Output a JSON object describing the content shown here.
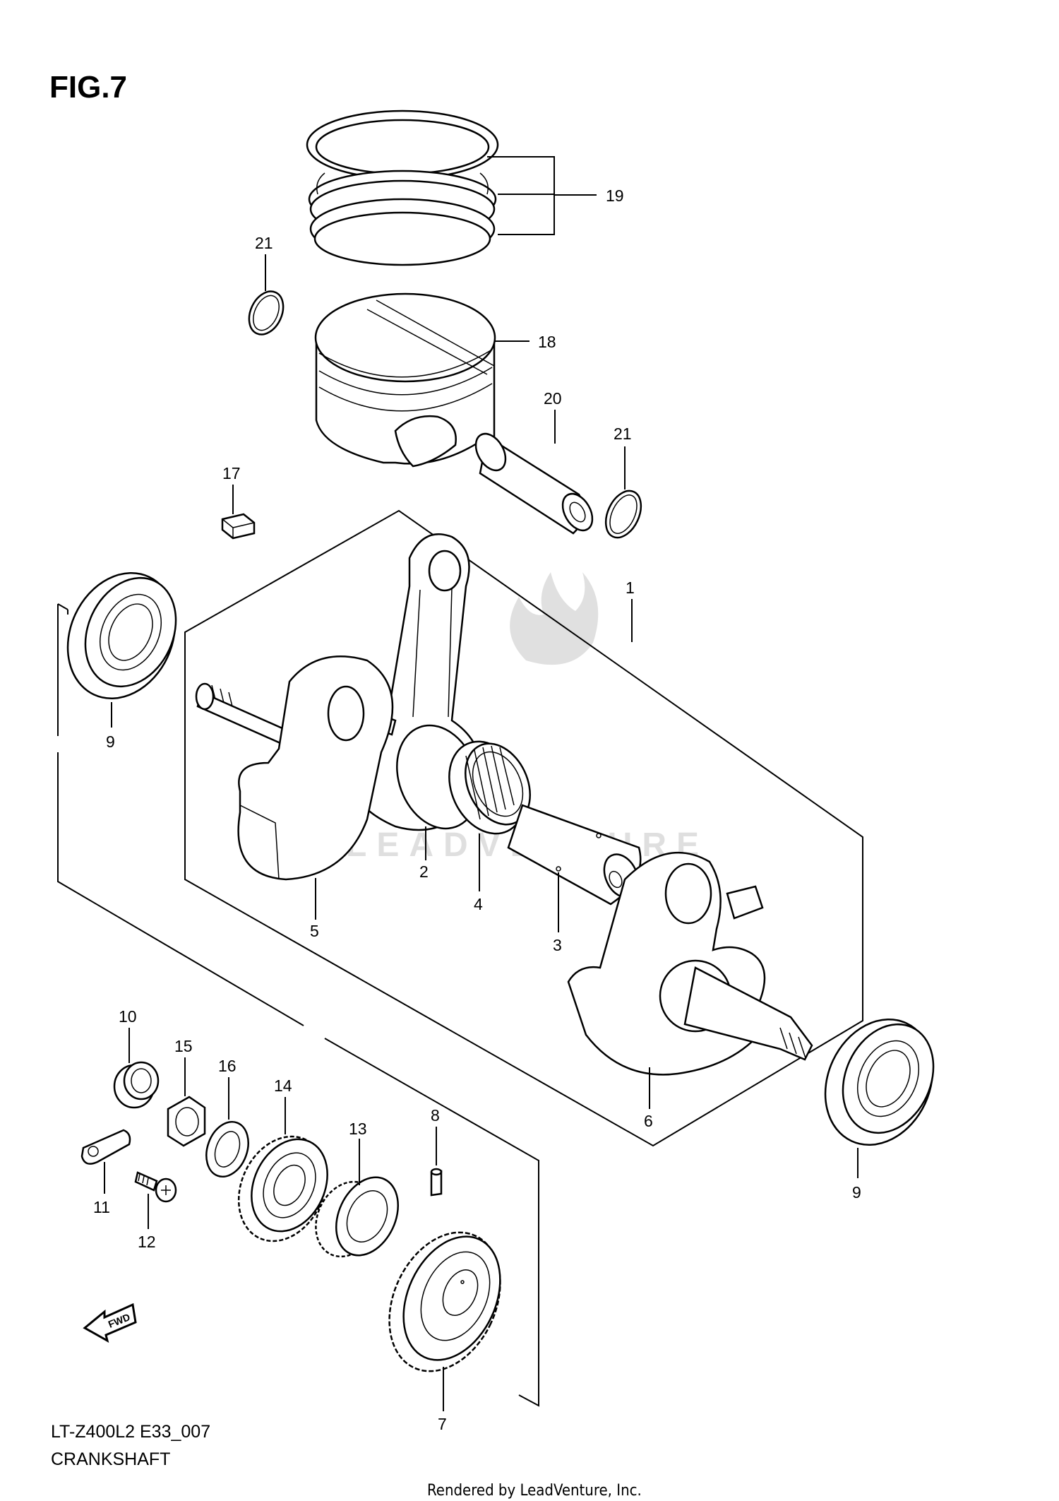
{
  "figure": {
    "title": "FIG.7",
    "model_code": "LT-Z400L2 E33_007",
    "section_name": "CRANKSHAFT",
    "footer": "Rendered by LeadVenture, Inc.",
    "watermark": "LEADVENTURE",
    "fwd_label": "FWD"
  },
  "callouts": {
    "c1": "1",
    "c2": "2",
    "c3": "3",
    "c4": "4",
    "c5": "5",
    "c6": "6",
    "c7": "7",
    "c8": "8",
    "c9a": "9",
    "c9b": "9",
    "c10": "10",
    "c11": "11",
    "c12": "12",
    "c13": "13",
    "c14": "14",
    "c15": "15",
    "c16": "16",
    "c17": "17",
    "c18": "18",
    "c19": "19",
    "c20": "20",
    "c21a": "21",
    "c21b": "21"
  }
}
